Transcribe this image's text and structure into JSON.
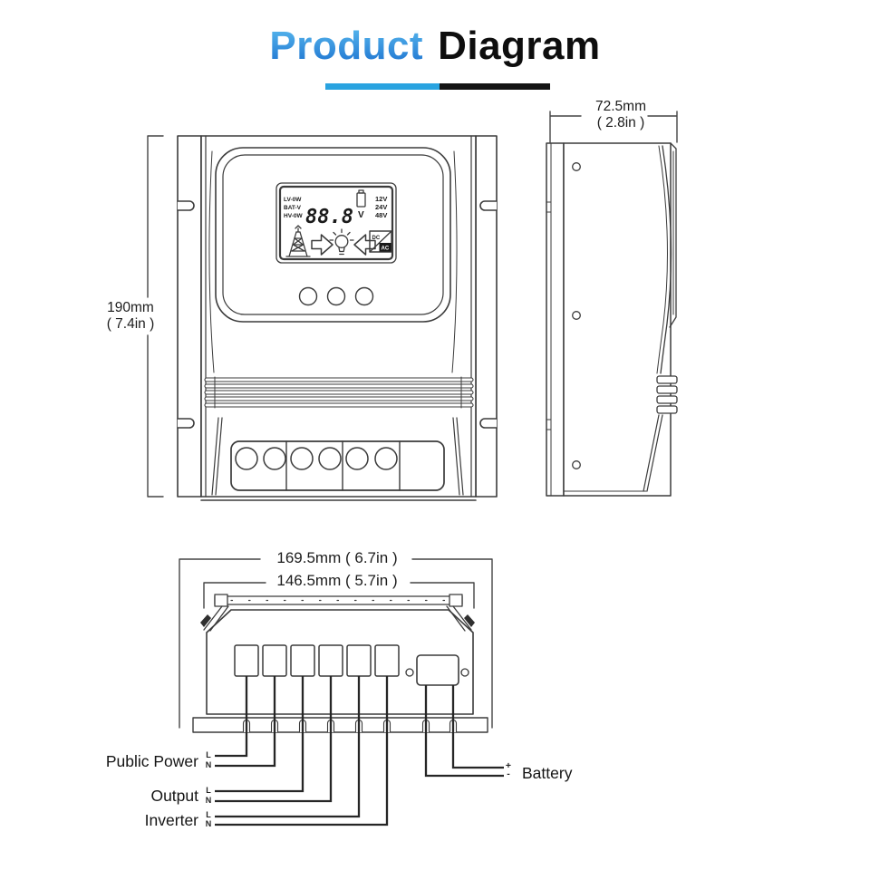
{
  "title": {
    "word_blue": "Product",
    "word_black": "Diagram"
  },
  "colors": {
    "accent_blue": "#29a3e0",
    "title_blue_dark": "#1a6fce",
    "black": "#141414",
    "line": "#3b3b3b"
  },
  "icons": [
    "power-tower",
    "arrow-right",
    "bulb",
    "arrow-left",
    "dc-ac-converter",
    "battery-cell"
  ],
  "front_view": {
    "height_mm": "190mm",
    "height_in": "( 7.4in )",
    "lcd": {
      "row_labels": [
        "LV-0W",
        "BAT-V",
        "HV-0W"
      ],
      "digits": "88.8",
      "volt_unit": "V",
      "voltages": [
        "12V",
        "24V",
        "48V"
      ],
      "dc": "DC",
      "ac": "AC"
    }
  },
  "side_view": {
    "depth_mm": "72.5mm",
    "depth_in": "( 2.8in )"
  },
  "bottom_view": {
    "outer_width_mm": "169.5mm",
    "outer_width_in": "( 6.7in )",
    "inner_width_mm": "146.5mm",
    "inner_width_in": "( 5.7in )",
    "ports": {
      "public_power": {
        "label": "Public Power",
        "l1": "L",
        "l2": "N"
      },
      "output": {
        "label": "Output",
        "l1": "L",
        "l2": "N"
      },
      "inverter": {
        "label": "Inverter",
        "l1": "L",
        "l2": "N"
      },
      "battery": {
        "label": "Battery",
        "l1": "+",
        "l2": "-"
      }
    }
  }
}
